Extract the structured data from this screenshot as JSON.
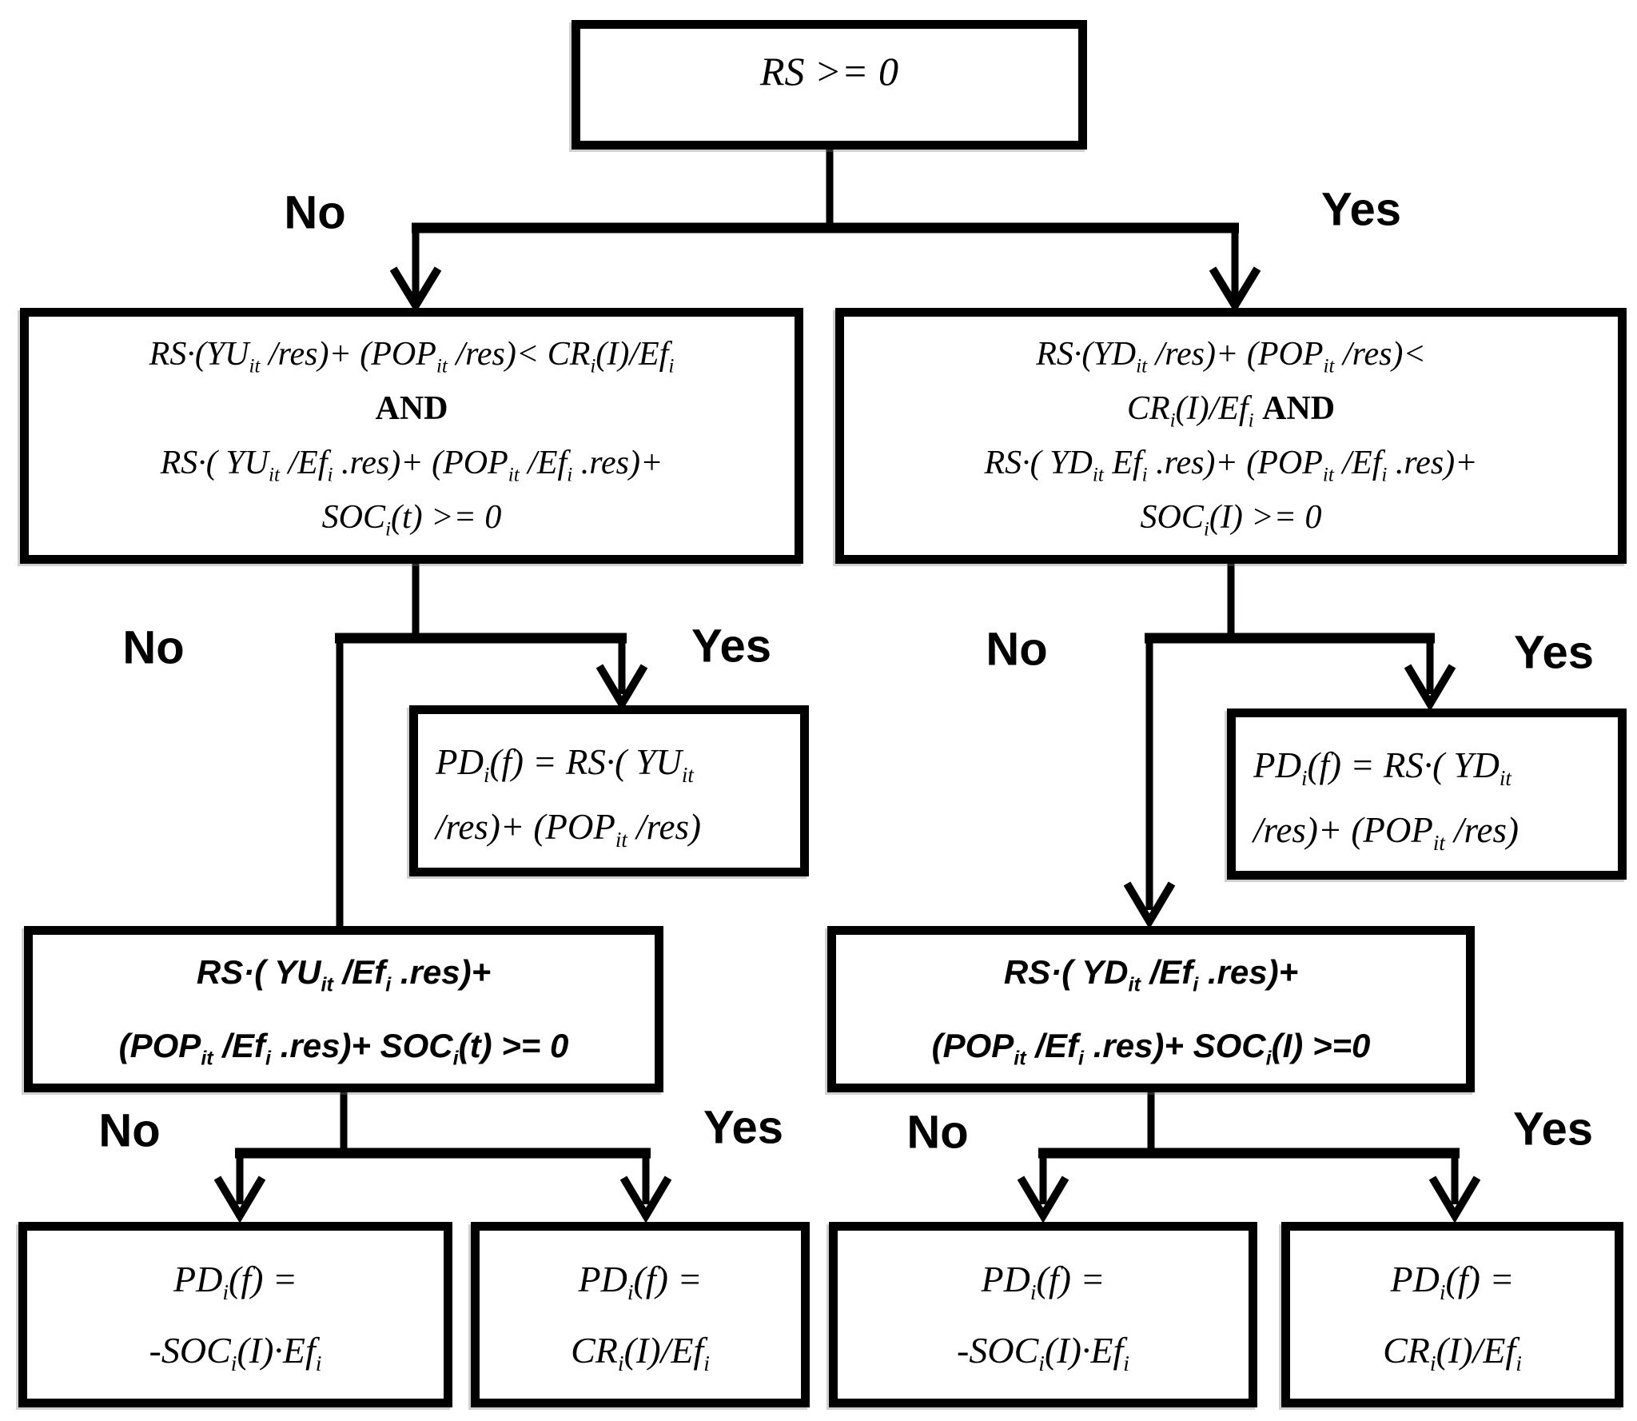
{
  "labels": {
    "no": "No",
    "yes": "Yes"
  },
  "nodes": {
    "root": {
      "text": "RS >= 0"
    },
    "cond_left": {
      "lines": [
        "RS·(YU~it~ /res)+ (POP~it~ /res)< CR~i~(I)/Ef~i~",
        "*AND*",
        "RS·( YU~it~ /Ef~i~ .res)+ (POP~it~ /Ef~i~ .res)+",
        "SOC~i~(t) >= 0"
      ]
    },
    "cond_right": {
      "lines": [
        "RS·(YD~it~ /res)+ (POP~it~ /res)<",
        "CR~i~(I)/Ef~i~ *AND*",
        "RS·( YD~it~ Ef~i~ .res)+ (POP~it~ /Ef~i~ .res)+",
        "SOC~i~(I) >= 0"
      ]
    },
    "result_yes_left": {
      "lines": [
        "PD~i~(f) = RS·( YU~it~",
        "/res)+ (POP~it~ /res)"
      ]
    },
    "result_yes_right": {
      "lines": [
        "PD~i~(f) = RS·( YD~it~",
        "/res)+ (POP~it~ /res)"
      ]
    },
    "cond2_left": {
      "lines": [
        "RS·( YU~it~ /Ef~i~ .res)+",
        "(POP~it~ /Ef~i~ .res)+ SOC~i~(t) >= 0"
      ]
    },
    "cond2_right": {
      "lines": [
        "RS·( YD~it~ /Ef~i~ .res)+",
        "(POP~it~ /Ef~i~ .res)+ SOC~i~(I) >=0"
      ]
    },
    "out_no_no_left": {
      "lines": [
        "PD~i~(f) =",
        "-SOC~i~(I)·Ef~i~"
      ]
    },
    "out_no_yes_left": {
      "lines": [
        "PD~i~(f) =",
        "CR~i~(I)/Ef~i~"
      ]
    },
    "out_no_no_right": {
      "lines": [
        "PD~i~(f) =",
        "-SOC~i~(I)·Ef~i~"
      ]
    },
    "out_no_yes_right": {
      "lines": [
        "PD~i~(f) =",
        "CR~i~(I)/Ef~i~"
      ]
    }
  }
}
